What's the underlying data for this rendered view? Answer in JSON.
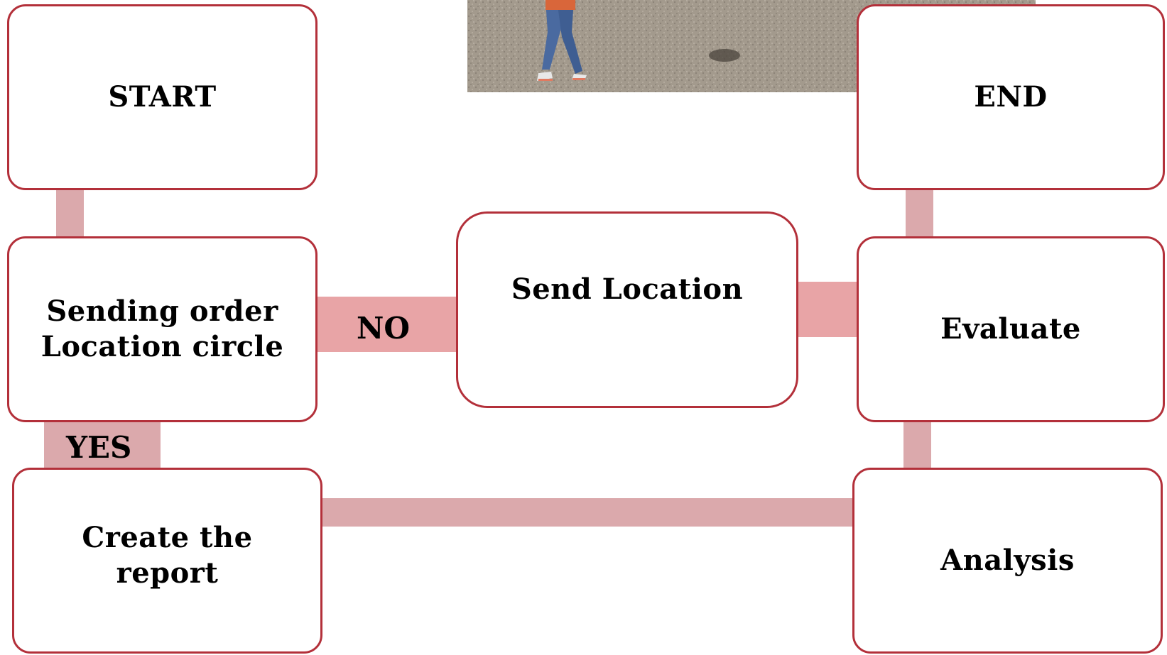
{
  "colors": {
    "node_border": "#b3303a",
    "connector": "#dba9ac",
    "connector_strong": "#e8a4a6",
    "background": "#ffffff"
  },
  "nodes": {
    "start": "START",
    "end": "END",
    "sending_order": "Sending order\nLocation circle",
    "send_location": "Send Location",
    "evaluate": "Evaluate",
    "create_report": "Create the\nreport",
    "analysis": "Analysis"
  },
  "edge_labels": {
    "no": "NO",
    "yes": "YES"
  },
  "photo": {
    "subject": "walking-person-on-gravel"
  }
}
